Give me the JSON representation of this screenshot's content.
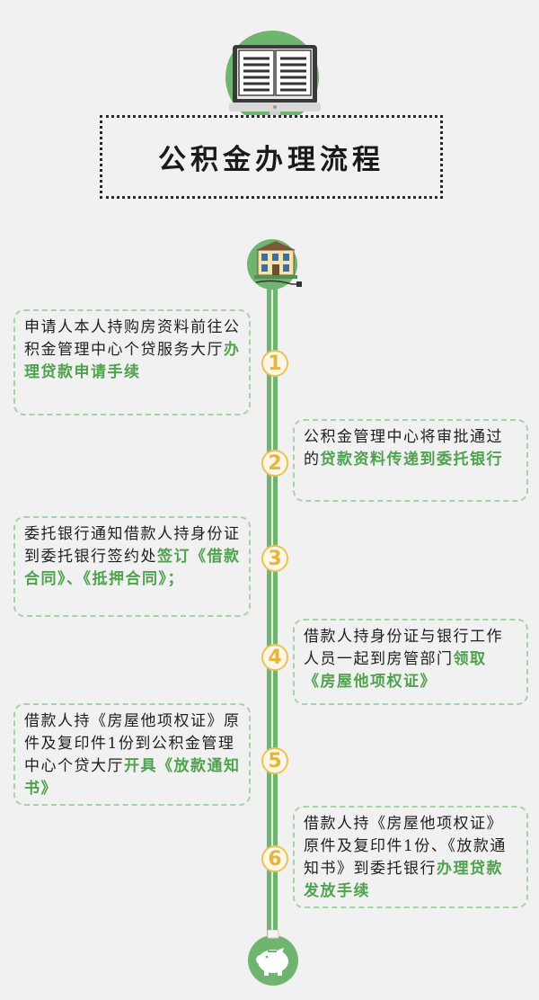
{
  "title": "公积金办理流程",
  "icons": {
    "top": "book-monitor-icon",
    "start": "house-icon",
    "end": "piggy-bank-icon"
  },
  "colors": {
    "accent_green": "#6fb56f",
    "highlight_green": "#4fa24f",
    "number_yellow": "#e4b63e",
    "background": "#f1f1f1"
  },
  "steps": [
    {
      "number": "1",
      "side": "left",
      "text": "申请人本人持购房资料前往公积金管理中心个贷服务大厅",
      "highlight": "办理贷款申请手续",
      "suffix": ""
    },
    {
      "number": "2",
      "side": "right",
      "text": "公积金管理中心将审批通过的",
      "highlight": "贷款资料传递到委托银行",
      "suffix": ""
    },
    {
      "number": "3",
      "side": "left",
      "text": "委托银行通知借款人持身份证到委托银行签约处",
      "highlight": "签订《借款合同》、《抵押合同》；",
      "suffix": ""
    },
    {
      "number": "4",
      "side": "right",
      "text": "借款人持身份证与银行工作人员一起到房管部门",
      "highlight": "领取《房屋他项权证》",
      "suffix": ""
    },
    {
      "number": "5",
      "side": "left",
      "text": "借款人持《房屋他项权证》原件及复印件1份到公积金管理中心个贷大厅",
      "highlight": "开具《放款通知书》",
      "suffix": ""
    },
    {
      "number": "6",
      "side": "right",
      "text": "借款人持《房屋他项权证》原件及复印件1份、《放款通知书》到委托银行",
      "highlight": "办理贷款发放手续",
      "suffix": ""
    }
  ]
}
